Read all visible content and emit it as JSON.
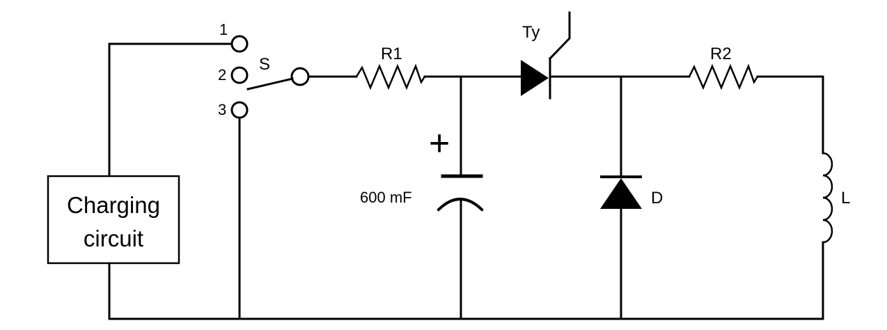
{
  "diagram": {
    "charging_circuit_label": [
      "Charging",
      "circuit"
    ],
    "switch": {
      "name": "S",
      "positions": [
        "1",
        "2",
        "3"
      ]
    },
    "resistor_1": "R1",
    "resistor_2": "R2",
    "thyristor": "Ty",
    "capacitor": {
      "value": "600 mF",
      "polarity": "+"
    },
    "diode": "D",
    "inductor": "L"
  }
}
